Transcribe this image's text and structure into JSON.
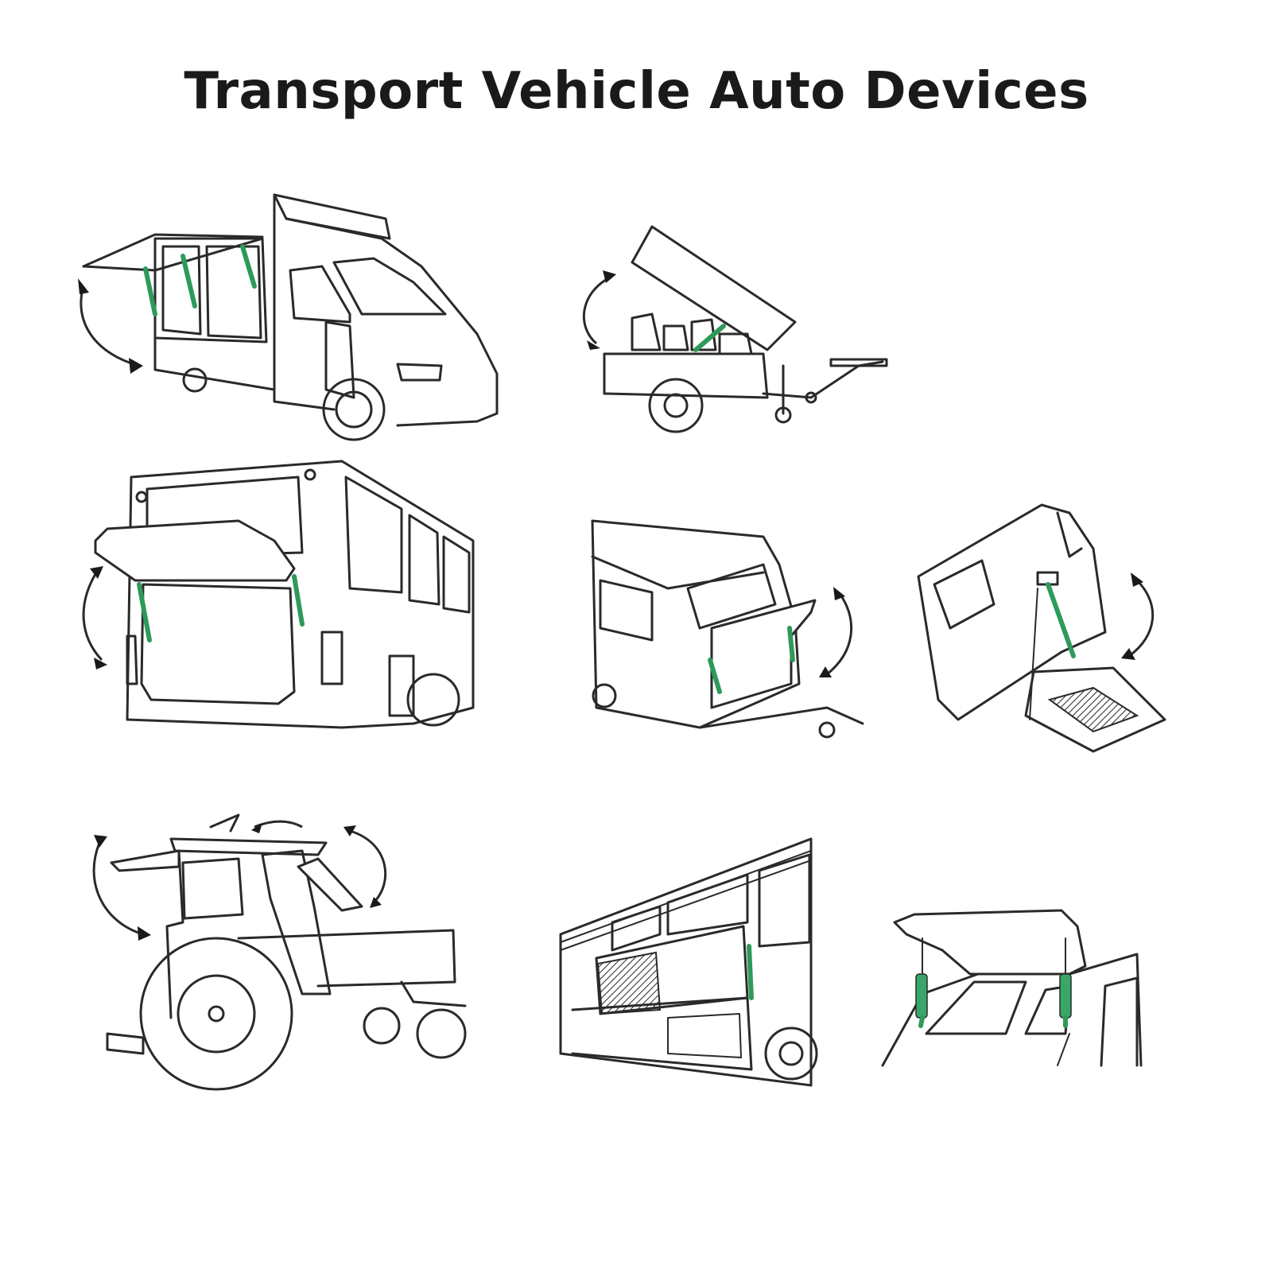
{
  "title": "Transport Vehicle Auto Devices",
  "colors": {
    "line": "#2a2a2a",
    "gas_strut": "#2e9a5a",
    "background": "#ffffff"
  },
  "illustrations": [
    "food-truck-awning",
    "utility-trailer-tilt-lid",
    "bus-rear-hatch",
    "caravan-rear-door",
    "van-step-ramp",
    "tractor-cab-doors",
    "coach-luggage-compartment",
    "car-tailgate"
  ]
}
